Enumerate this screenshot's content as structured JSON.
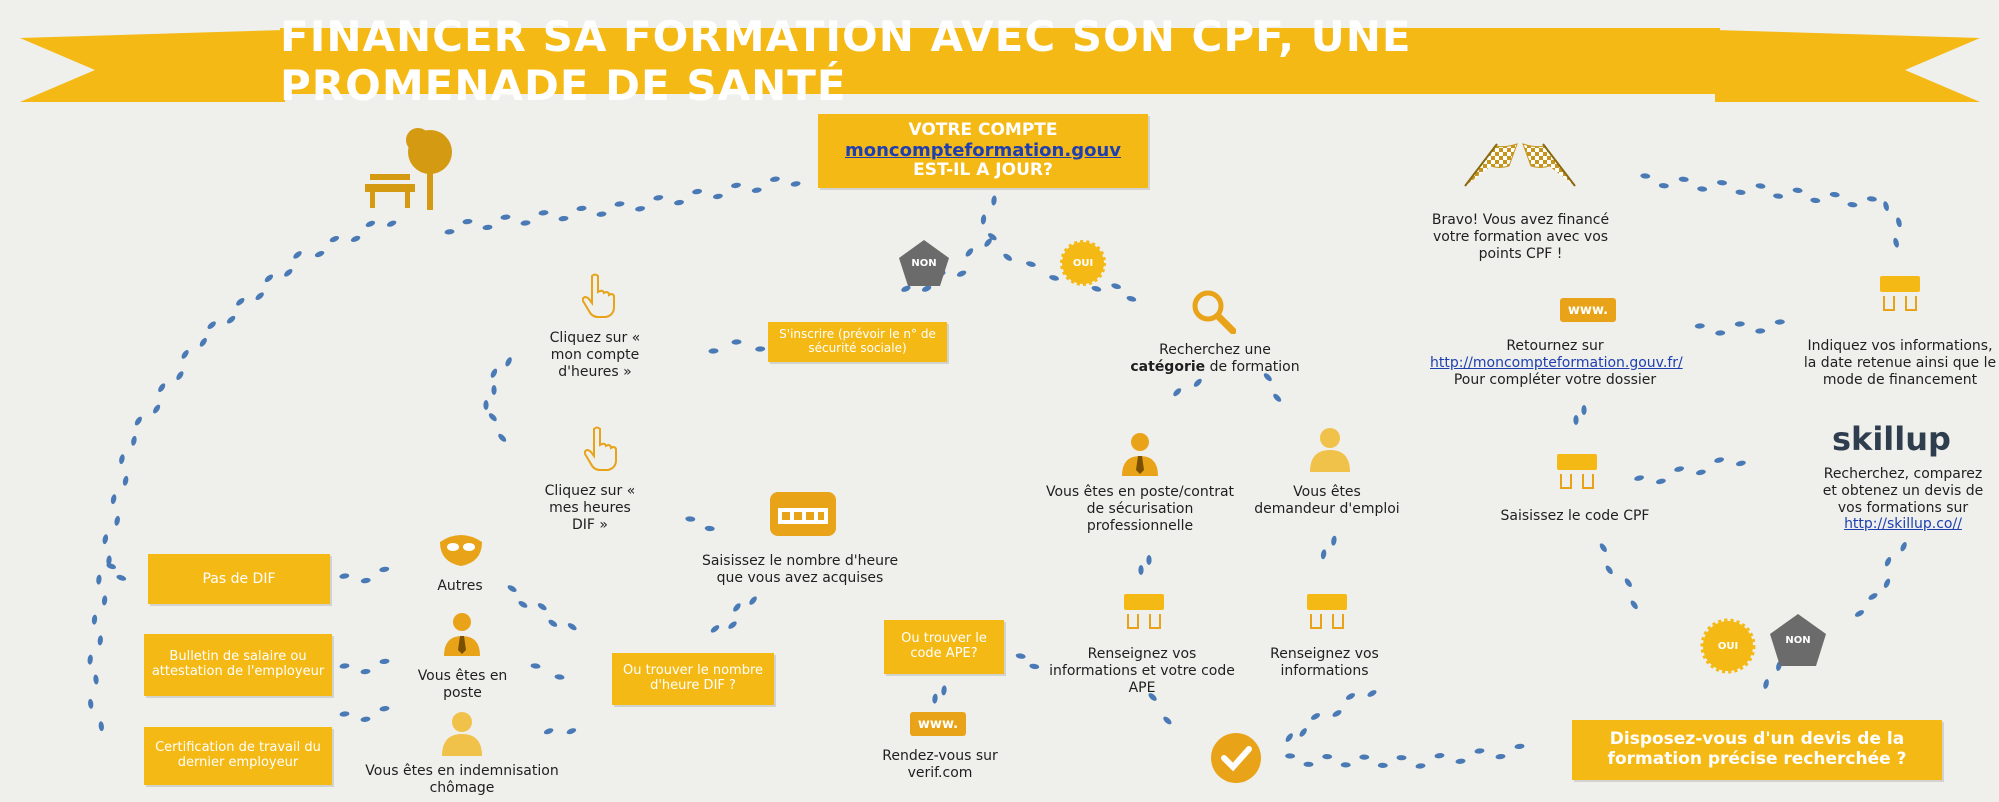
{
  "title": "FINANCER SA FORMATION AVEC SON CPF, UNE PROMENADE DE SANTÉ",
  "colors": {
    "yellow": "#f5b915",
    "steps": "#4a7ab5",
    "grey": "#6b6b6b",
    "text": "#1f1f1f"
  },
  "icons": [
    "tree-bench-icon",
    "finish-flags-icon",
    "www-icon",
    "keyboard-hands-icon",
    "magnifier-icon",
    "pointing-hand-icon",
    "mask-icon",
    "person-tie-icon",
    "person-icon",
    "calculator-icon",
    "checkmark-icon"
  ],
  "center": {
    "top_line1": "VOTRE COMPTE",
    "top_link": "moncompteformation.gouv",
    "top_line2": "EST-IL A JOUR?",
    "non": "NON",
    "oui": "OUI",
    "inscrire": "S'inscrire (prévoir le n° de sécurité sociale)",
    "cliquez_compte": "Cliquez sur « mon compte d'heures »",
    "cliquez_dif": "Cliquez sur « mes heures DIF »",
    "saisissez_nombre": "Saisissez le nombre d'heure que vous avez acquises",
    "ou_trouver_dif": "Ou trouver le nombre d'heure DIF ?",
    "autres": "Autres",
    "vous_poste": "Vous êtes en poste",
    "vous_indemn": "Vous êtes en indemnisation chômage",
    "pas_dif": "Pas de DIF",
    "bulletin": "Bulletin de salaire ou attestation de l'employeur",
    "certification": "Certification de travail du dernier employeur",
    "recherchez_cat_1": "Recherchez une ",
    "recherchez_cat_bold": "catégorie",
    "recherchez_cat_2": " de formation",
    "poste_contrat": "Vous êtes en poste/contrat de sécurisation professionnelle",
    "demandeur": "Vous êtes demandeur d'emploi",
    "renseignez_ape": "Renseignez vos informations et votre code APE",
    "renseignez_info": "Renseignez vos informations",
    "ou_ape": "Ou trouver le code APE?",
    "rendez_vous": "Rendez-vous sur verif.com"
  },
  "right": {
    "bravo": "Bravo! Vous avez financé votre formation avec vos points CPF !",
    "retournez_1": "Retournez sur",
    "retournez_link": "http://moncompteformation.gouv.fr/",
    "retournez_2": "Pour compléter votre dossier",
    "indiquez": "Indiquez vos informations, la date retenue ainsi que le mode de financement",
    "skillup_logo": "skillup",
    "recherchez_comparez": "Recherchez, comparez et obtenez un devis de vos formations sur",
    "skillup_link": "http://skillup.co//",
    "saisissez_cpf": "Saisissez le code CPF",
    "oui": "OUI",
    "non": "NON",
    "devis": "Disposez-vous d'un devis de la formation précise recherchée ?"
  },
  "www_label": "www."
}
